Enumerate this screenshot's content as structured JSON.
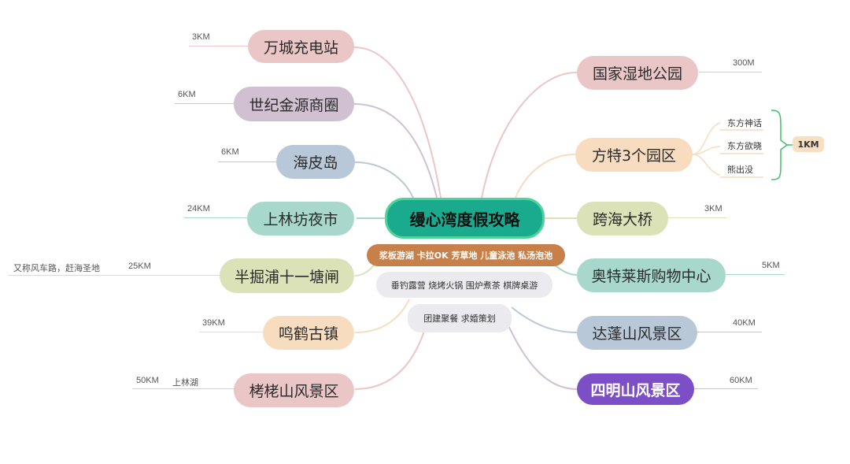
{
  "central": "缦心湾度假攻略",
  "activities": [
    "浆板游湖  卡拉OK 芳草地    儿童泳池  私汤泡池",
    "垂钓露营  烧烤火锅  围炉煮茶  棋牌桌游",
    "团建聚餐  求婚策划"
  ],
  "left_nodes": [
    {
      "label": "万城充电站",
      "distance": "3KM",
      "color": "#ebc6c6"
    },
    {
      "label": "世纪金源商圈",
      "distance": "6KM",
      "color": "#d0c0d2"
    },
    {
      "label": "海皮岛",
      "distance": "6KM",
      "color": "#b8c8d8"
    },
    {
      "label": "上林坊夜市",
      "distance": "24KM",
      "color": "#a8d8cc"
    },
    {
      "label": "半掘浦十一塘闸",
      "distance": "25KM",
      "color": "#dbe2b8",
      "note": "又称风车路，赶海圣地"
    },
    {
      "label": "鸣鹤古镇",
      "distance": "39KM",
      "color": "#f7dcc0"
    },
    {
      "label": "栲栳山风景区",
      "distance": "50KM",
      "color": "#ebc6c6",
      "note": "上林湖"
    }
  ],
  "right_nodes": [
    {
      "label": "国家湿地公园",
      "distance": "300M",
      "color": "#ebc6c6"
    },
    {
      "label": "方特3个园区",
      "distance": "",
      "color": "#f7dcc0"
    },
    {
      "label": "跨海大桥",
      "distance": "3KM",
      "color": "#dbe2b8"
    },
    {
      "label": "奥特莱斯购物中心",
      "distance": "5KM",
      "color": "#a8d8cc"
    },
    {
      "label": "达蓬山风景区",
      "distance": "40KM",
      "color": "#b8c8d8"
    },
    {
      "label": "四明山风景区",
      "distance": "60KM",
      "color": "#7d4fc6"
    }
  ],
  "fangte_parks": [
    "东方神话",
    "东方欲晓",
    "熊出没"
  ],
  "fangte_distance": "1KM"
}
